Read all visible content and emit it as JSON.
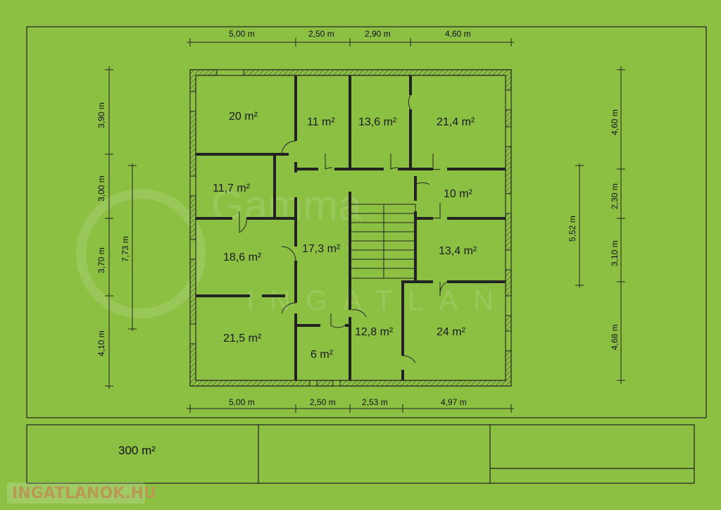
{
  "plan": {
    "rooms": [
      "20 m²",
      "11 m²",
      "13,6 m²",
      "21,4 m²",
      "11,7 m²",
      "10 m²",
      "17,3 m²",
      "18,6 m²",
      "13,4 m²",
      "21,5 m²",
      "6 m²",
      "12,8 m²",
      "24 m²"
    ],
    "dims_top": [
      "5,00 m",
      "2,50 m",
      "2,90 m",
      "4,60 m"
    ],
    "dims_bottom": [
      "5,00 m",
      "2,50 m",
      "2,53 m",
      "4,97 m"
    ],
    "dims_left": [
      "3,90 m",
      "3,00 m",
      "3,70 m",
      "4,10 m"
    ],
    "dim_left_inner": "7,73 m",
    "dims_right": [
      "4,60 m",
      "2,30 m",
      "3,10 m",
      "4,68 m"
    ],
    "dim_right_inner": "5,52 m"
  },
  "title_block": {
    "total_area": "300 m²"
  },
  "watermark": {
    "brand": "Gamma",
    "sub": "INGATLAN"
  },
  "logo": {
    "text": "INGATLANOK.HU"
  }
}
